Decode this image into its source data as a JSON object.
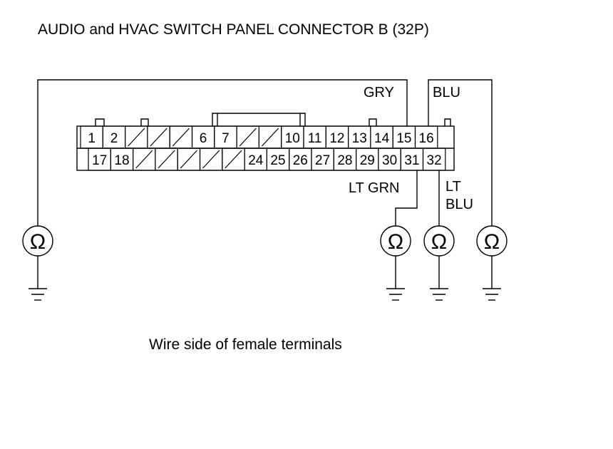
{
  "title": "AUDIO and HVAC SWITCH PANEL CONNECTOR B (32P)",
  "caption": "Wire side of female terminals",
  "connector": {
    "row1": [
      {
        "label": "1"
      },
      {
        "label": "2"
      },
      {
        "label": ""
      },
      {
        "label": ""
      },
      {
        "label": ""
      },
      {
        "label": "6"
      },
      {
        "label": "7"
      },
      {
        "label": ""
      },
      {
        "label": ""
      },
      {
        "label": "10"
      },
      {
        "label": "11"
      },
      {
        "label": "12"
      },
      {
        "label": "13"
      },
      {
        "label": "14"
      },
      {
        "label": "15"
      },
      {
        "label": "16"
      }
    ],
    "row2": [
      {
        "label": "17"
      },
      {
        "label": "18"
      },
      {
        "label": ""
      },
      {
        "label": ""
      },
      {
        "label": ""
      },
      {
        "label": ""
      },
      {
        "label": ""
      },
      {
        "label": "24"
      },
      {
        "label": "25"
      },
      {
        "label": "26"
      },
      {
        "label": "27"
      },
      {
        "label": "28"
      },
      {
        "label": "29"
      },
      {
        "label": "30"
      },
      {
        "label": "31"
      },
      {
        "label": "32"
      }
    ]
  },
  "wires": {
    "gry": "GRY",
    "blu": "BLU",
    "lt_grn": "LT GRN",
    "lt_blu_line1": "LT",
    "lt_blu_line2": "BLU"
  },
  "ohmmeter_symbol": "Ω",
  "meters": [
    {
      "name": "ohmmeter-body-ground"
    },
    {
      "name": "ohmmeter-lt-grn"
    },
    {
      "name": "ohmmeter-lt-blu"
    },
    {
      "name": "ohmmeter-blu"
    }
  ]
}
